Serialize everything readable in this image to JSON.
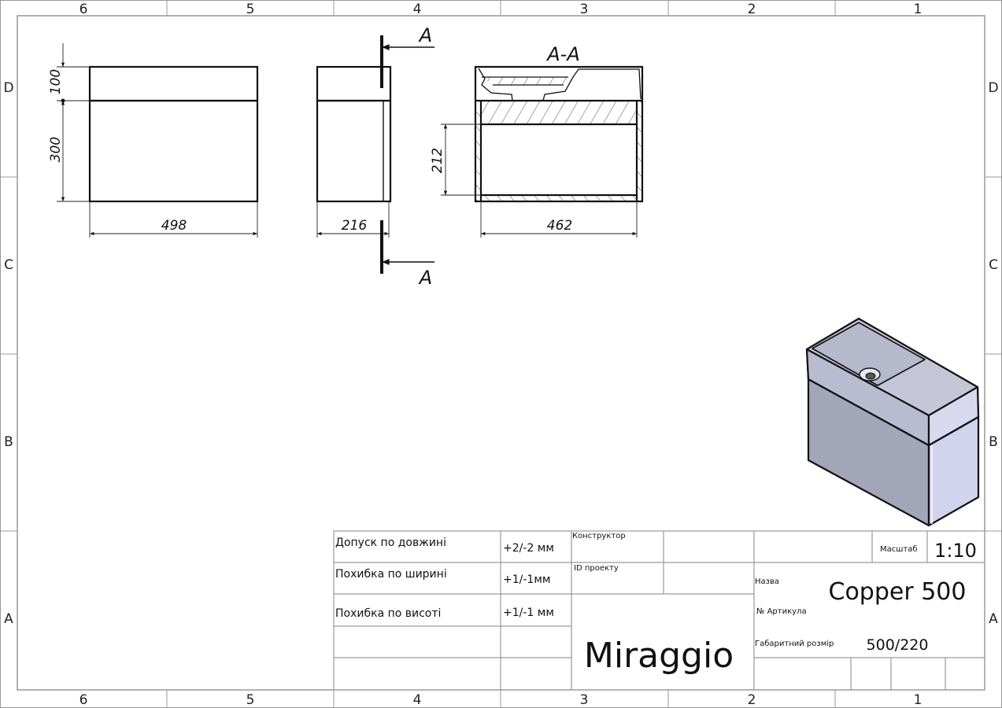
{
  "zones": {
    "columns": [
      "6",
      "5",
      "4",
      "3",
      "2",
      "1"
    ],
    "rows": [
      "D",
      "C",
      "B",
      "A"
    ]
  },
  "views": {
    "front": {
      "dim_top_height": "100",
      "dim_body_height": "300",
      "dim_width": "498"
    },
    "side": {
      "dim_depth": "216",
      "section_marker_top": "A",
      "section_marker_bottom": "A"
    },
    "section": {
      "title": "A-A",
      "dim_inner_height": "212",
      "dim_inner_width": "462"
    }
  },
  "title_block": {
    "rows": [
      {
        "label": "Допуск по довжині",
        "value": "+2/-2 мм"
      },
      {
        "label": "Похибка по ширині",
        "value": "+1/-1мм"
      },
      {
        "label": "Похибка по висоті",
        "value": "+1/-1 мм"
      }
    ],
    "designer_label": "Конструктор",
    "project_id_label": "ID проекту",
    "brand": "Miraggio",
    "scale_label": "Масштаб",
    "scale_value": "1:10",
    "name_label": "Назва",
    "name_value": "Copper 500",
    "article_label": "№  Артикула",
    "size_label": "Габаритний розмір",
    "size_value": "500/220"
  },
  "colors": {
    "iso_front": "#a3a6b8",
    "iso_top": "#c4c6d8",
    "iso_side": "#d2d4ee"
  }
}
